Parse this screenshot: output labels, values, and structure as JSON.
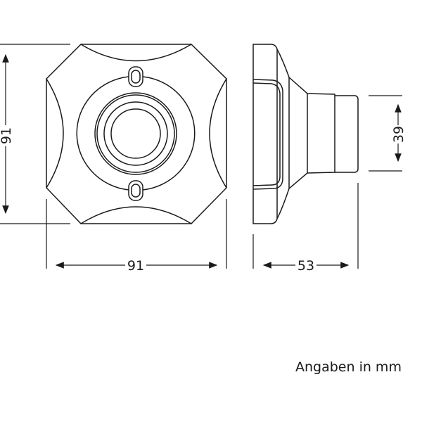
{
  "dimensions": {
    "front_height": "91",
    "front_width": "91",
    "side_depth": "53",
    "button_diameter": "39"
  },
  "note": "Angaben in mm"
}
